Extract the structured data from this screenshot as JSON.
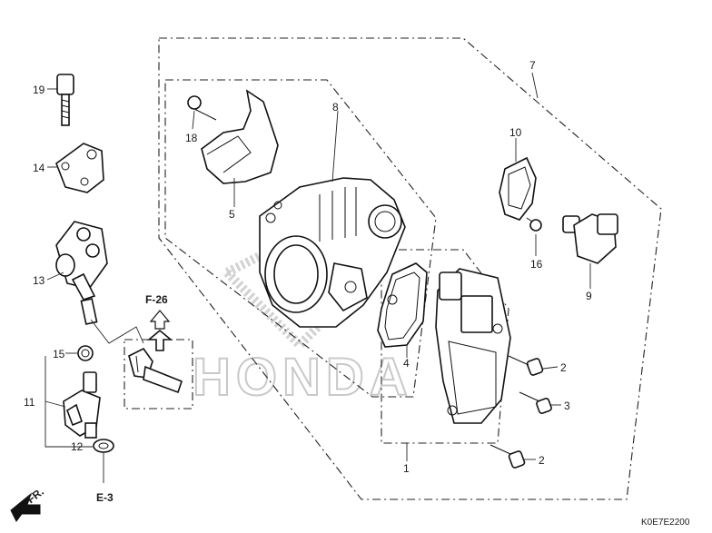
{
  "diagram": {
    "drawing_code": "K0E7E2200",
    "watermark": "HONDA",
    "direction_label": "FR.",
    "callouts": [
      "1",
      "2",
      "2",
      "3",
      "4",
      "5",
      "7",
      "8",
      "9",
      "10",
      "11",
      "12",
      "13",
      "14",
      "15",
      "16",
      "18",
      "19"
    ],
    "reference_labels": {
      "top": "F-26",
      "bottom": "E-3"
    }
  }
}
